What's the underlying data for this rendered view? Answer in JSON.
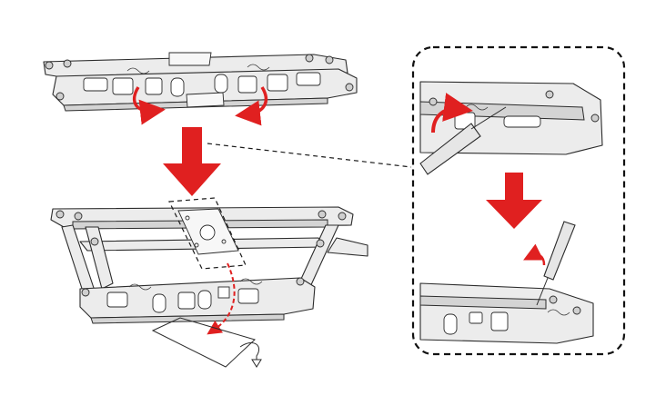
{
  "figure": {
    "colors": {
      "arrow": "#e02020",
      "line": "#2b2b2b",
      "part_fill": "#ececec",
      "background": "#ffffff"
    },
    "steps": [
      {
        "name": "top-frame",
        "arrows": [
          "rotate-ccw-arrow",
          "rotate-cw-arrow"
        ]
      },
      {
        "name": "middle-frame",
        "arrows": [
          "slide-out-arrow"
        ]
      },
      {
        "name": "detail-panel",
        "arrows": [
          "pry-rotate-arrow",
          "lift-arrow"
        ]
      }
    ],
    "icons": [
      "down-arrow-icon",
      "screwdriver-icon",
      "flip-arrow-icon"
    ]
  }
}
